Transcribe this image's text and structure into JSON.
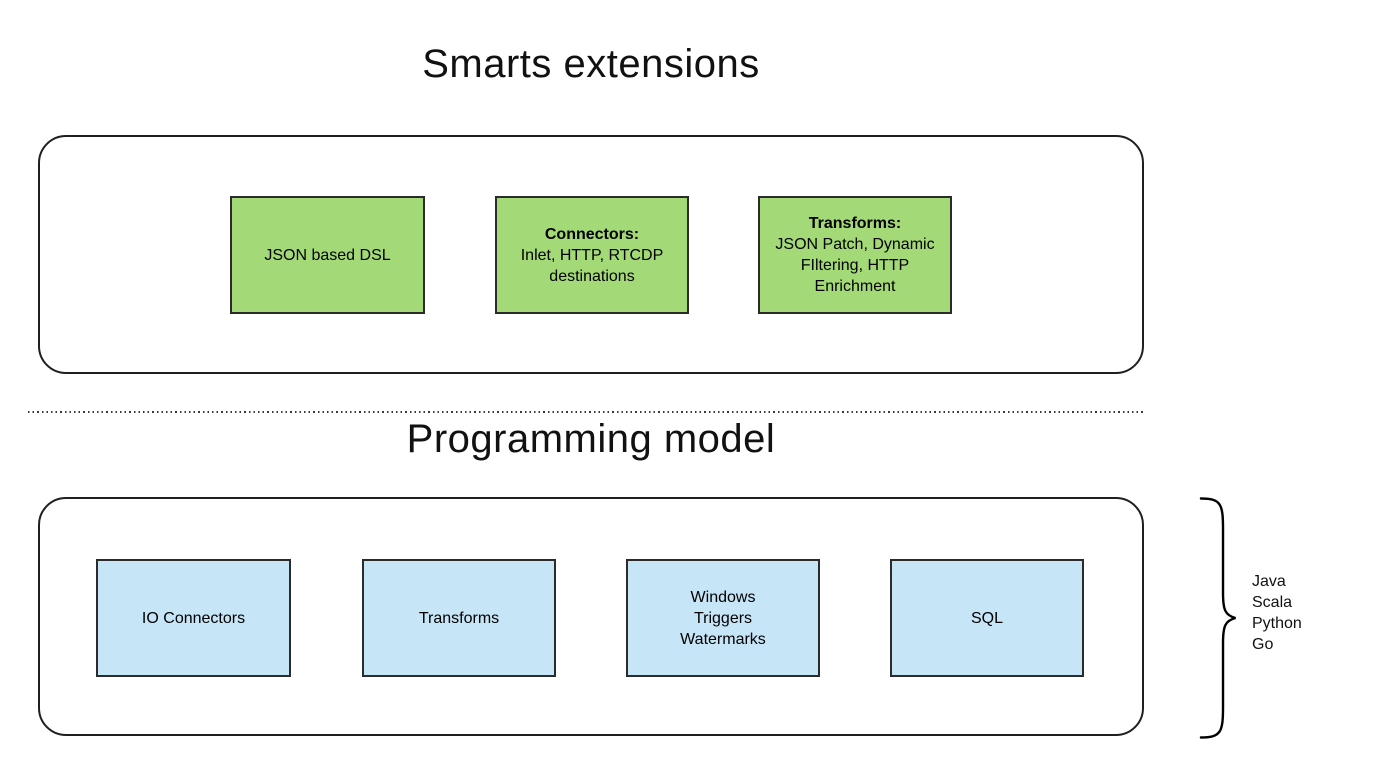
{
  "top_section": {
    "title": "Smarts extensions",
    "boxes": [
      {
        "heading": "",
        "body": "JSON based DSL"
      },
      {
        "heading": "Connectors:",
        "body": "Inlet, HTTP, RTCDP destinations"
      },
      {
        "heading": "Transforms:",
        "body": "JSON Patch, Dynamic FIltering, HTTP Enrichment"
      }
    ]
  },
  "bottom_section": {
    "title": "Programming model",
    "boxes": [
      {
        "lines": [
          "IO Connectors"
        ]
      },
      {
        "lines": [
          "Transforms"
        ]
      },
      {
        "lines": [
          "Windows",
          "Triggers",
          "Watermarks"
        ]
      },
      {
        "lines": [
          "SQL"
        ]
      }
    ],
    "languages": [
      "Java",
      "Scala",
      "Python",
      "Go"
    ]
  },
  "colors": {
    "extension_box_fill": "#A3D977",
    "model_box_fill": "#C6E5F7",
    "box_border": "#2B2B2B",
    "panel_border": "#1F1F1F"
  }
}
